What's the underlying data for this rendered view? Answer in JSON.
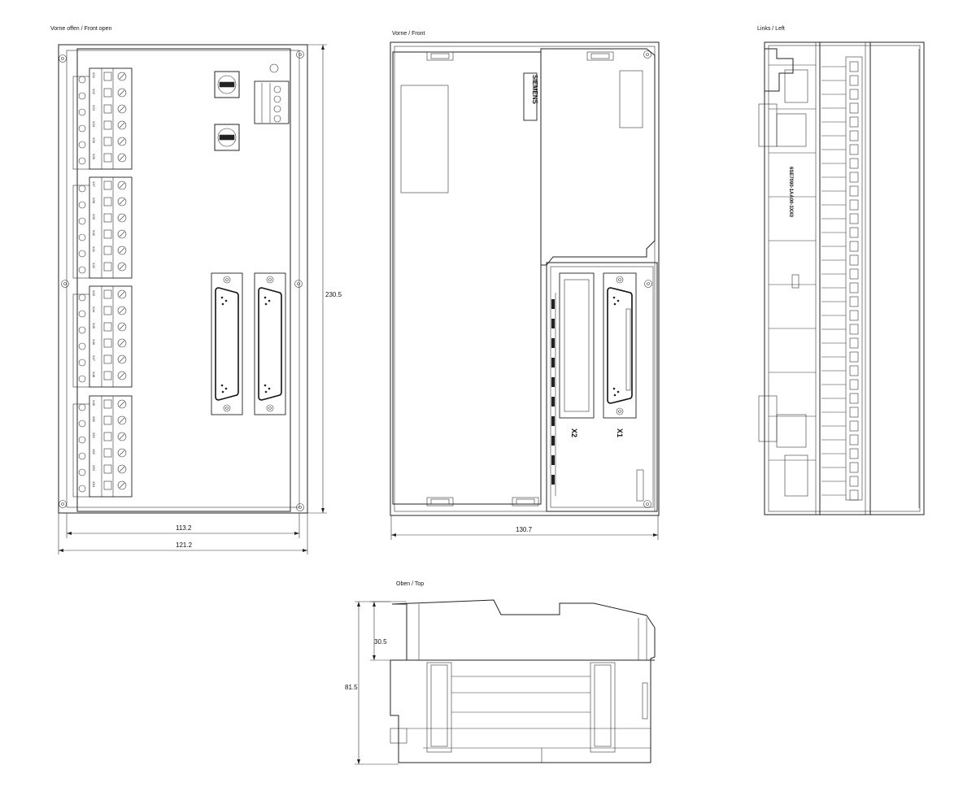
{
  "views": {
    "front_open": {
      "title": "Vorne offen / Front open",
      "dim_width_inner": "113.2",
      "dim_width_outer": "121.2",
      "dim_height": "230.5",
      "terminal_blocks": [
        {
          "labels": [
            "X31",
            "X32",
            "X33",
            "X34",
            "X35",
            "X36"
          ]
        },
        {
          "labels": [
            "X37",
            "X38",
            "X39",
            "X40",
            "X41",
            "X42"
          ]
        },
        {
          "labels": [
            "X43",
            "X44",
            "X45",
            "X46",
            "X47",
            "X48"
          ]
        },
        {
          "labels": [
            "X49",
            "X50",
            "X51",
            "X52",
            "X53",
            "X54"
          ]
        }
      ]
    },
    "front": {
      "title": "Vorne / Front",
      "brand": "SIEMENS",
      "dim_width": "130.7",
      "connector_labels": [
        "X2",
        "X1"
      ]
    },
    "left": {
      "title": "Links / Left",
      "side_label": "6SE7090-1AA00-3XX0"
    },
    "top": {
      "title": "Oben / Top",
      "dim_small": "30.5",
      "dim_large": "81.5"
    }
  }
}
